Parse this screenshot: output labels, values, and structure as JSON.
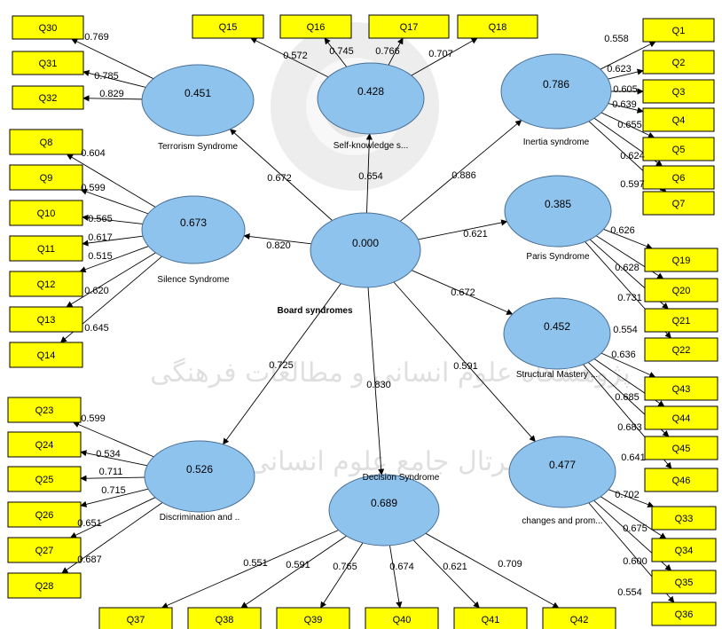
{
  "diagram": {
    "watermark": {
      "text_line1": "پژوهشگاه علوم انسانی و مطالعات فرهنگی",
      "text_line2": "پرتال جامع علوم انسانی"
    },
    "latents": [
      {
        "id": "board",
        "name": "Board syndromes",
        "r2": "0.000"
      },
      {
        "id": "terror",
        "name": "Terrorism Syndrome",
        "r2": "0.451"
      },
      {
        "id": "self",
        "name": "Self-knowledge s...",
        "r2": "0.428"
      },
      {
        "id": "inertia",
        "name": "Inertia syndrome",
        "r2": "0.786"
      },
      {
        "id": "silence",
        "name": "Silence Syndrome",
        "r2": "0.673"
      },
      {
        "id": "paris",
        "name": "Paris Syndrome",
        "r2": "0.385"
      },
      {
        "id": "struct",
        "name": "Structural Mastery ...",
        "r2": "0.452"
      },
      {
        "id": "discr",
        "name": "Discrimination and ..",
        "r2": "0.526"
      },
      {
        "id": "decision",
        "name": "Decision Syndrome",
        "r2": "0.689"
      },
      {
        "id": "changes",
        "name": "changes and prom...",
        "r2": "0.477"
      }
    ],
    "indicators": [
      "Q30",
      "Q31",
      "Q32",
      "Q15",
      "Q16",
      "Q17",
      "Q18",
      "Q1",
      "Q2",
      "Q3",
      "Q4",
      "Q5",
      "Q6",
      "Q7",
      "Q8",
      "Q9",
      "Q10",
      "Q11",
      "Q12",
      "Q13",
      "Q14",
      "Q19",
      "Q20",
      "Q21",
      "Q22",
      "Q43",
      "Q44",
      "Q45",
      "Q46",
      "Q23",
      "Q24",
      "Q25",
      "Q26",
      "Q27",
      "Q28",
      "Q33",
      "Q34",
      "Q35",
      "Q36",
      "Q37",
      "Q38",
      "Q39",
      "Q40",
      "Q41",
      "Q42"
    ],
    "structural_paths": [
      {
        "from": "board",
        "to": "terror",
        "coef": "0.672"
      },
      {
        "from": "board",
        "to": "self",
        "coef": "0.654"
      },
      {
        "from": "board",
        "to": "inertia",
        "coef": "0.886"
      },
      {
        "from": "board",
        "to": "silence",
        "coef": "0.820"
      },
      {
        "from": "board",
        "to": "paris",
        "coef": "0.621"
      },
      {
        "from": "board",
        "to": "struct",
        "coef": "0.672"
      },
      {
        "from": "board",
        "to": "discr",
        "coef": "0.725"
      },
      {
        "from": "board",
        "to": "decision",
        "coef": "0.830"
      },
      {
        "from": "board",
        "to": "changes",
        "coef": "0.591"
      }
    ],
    "loadings": [
      {
        "from": "terror",
        "to": "Q30",
        "coef": "0.769"
      },
      {
        "from": "terror",
        "to": "Q31",
        "coef": "0.785"
      },
      {
        "from": "terror",
        "to": "Q32",
        "coef": "0.829"
      },
      {
        "from": "self",
        "to": "Q15",
        "coef": "0.572"
      },
      {
        "from": "self",
        "to": "Q16",
        "coef": "0.745"
      },
      {
        "from": "self",
        "to": "Q17",
        "coef": "0.766"
      },
      {
        "from": "self",
        "to": "Q18",
        "coef": "0.707"
      },
      {
        "from": "inertia",
        "to": "Q1",
        "coef": "0.558"
      },
      {
        "from": "inertia",
        "to": "Q2",
        "coef": "0.623"
      },
      {
        "from": "inertia",
        "to": "Q3",
        "coef": "0.605"
      },
      {
        "from": "inertia",
        "to": "Q4",
        "coef": "0.639"
      },
      {
        "from": "inertia",
        "to": "Q5",
        "coef": "0.655"
      },
      {
        "from": "inertia",
        "to": "Q6",
        "coef": "0.624"
      },
      {
        "from": "inertia",
        "to": "Q7",
        "coef": "0.597"
      },
      {
        "from": "silence",
        "to": "Q8",
        "coef": "0.604"
      },
      {
        "from": "silence",
        "to": "Q9",
        "coef": "0.599"
      },
      {
        "from": "silence",
        "to": "Q10",
        "coef": "0.565"
      },
      {
        "from": "silence",
        "to": "Q11",
        "coef": "0.617"
      },
      {
        "from": "silence",
        "to": "Q12",
        "coef": "0.515"
      },
      {
        "from": "silence",
        "to": "Q13",
        "coef": "0.620"
      },
      {
        "from": "silence",
        "to": "Q14",
        "coef": "0.645"
      },
      {
        "from": "paris",
        "to": "Q19",
        "coef": "0.626"
      },
      {
        "from": "paris",
        "to": "Q20",
        "coef": "0.628"
      },
      {
        "from": "paris",
        "to": "Q21",
        "coef": "0.731"
      },
      {
        "from": "paris",
        "to": "Q22",
        "coef": "0.554"
      },
      {
        "from": "struct",
        "to": "Q43",
        "coef": "0.636"
      },
      {
        "from": "struct",
        "to": "Q44",
        "coef": "0.685"
      },
      {
        "from": "struct",
        "to": "Q45",
        "coef": "0.683"
      },
      {
        "from": "struct",
        "to": "Q46",
        "coef": "0.641"
      },
      {
        "from": "discr",
        "to": "Q23",
        "coef": "0.599"
      },
      {
        "from": "discr",
        "to": "Q24",
        "coef": "0.534"
      },
      {
        "from": "discr",
        "to": "Q25",
        "coef": "0.711"
      },
      {
        "from": "discr",
        "to": "Q26",
        "coef": "0.715"
      },
      {
        "from": "discr",
        "to": "Q27",
        "coef": "0.651"
      },
      {
        "from": "discr",
        "to": "Q28",
        "coef": "0.687"
      },
      {
        "from": "changes",
        "to": "Q33",
        "coef": "0.702"
      },
      {
        "from": "changes",
        "to": "Q34",
        "coef": "0.675"
      },
      {
        "from": "changes",
        "to": "Q35",
        "coef": "0.600"
      },
      {
        "from": "changes",
        "to": "Q36",
        "coef": "0.554"
      },
      {
        "from": "decision",
        "to": "Q37",
        "coef": "0.551"
      },
      {
        "from": "decision",
        "to": "Q38",
        "coef": "0.591"
      },
      {
        "from": "decision",
        "to": "Q39",
        "coef": "0.765"
      },
      {
        "from": "decision",
        "to": "Q40",
        "coef": "0.674"
      },
      {
        "from": "decision",
        "to": "Q41",
        "coef": "0.621"
      },
      {
        "from": "decision",
        "to": "Q42",
        "coef": "0.709"
      }
    ],
    "colors": {
      "indicator_fill": "#ffff00",
      "latent_fill": "#8ec3ee",
      "latent_stroke": "#4a6f94",
      "edge": "#000000"
    }
  }
}
